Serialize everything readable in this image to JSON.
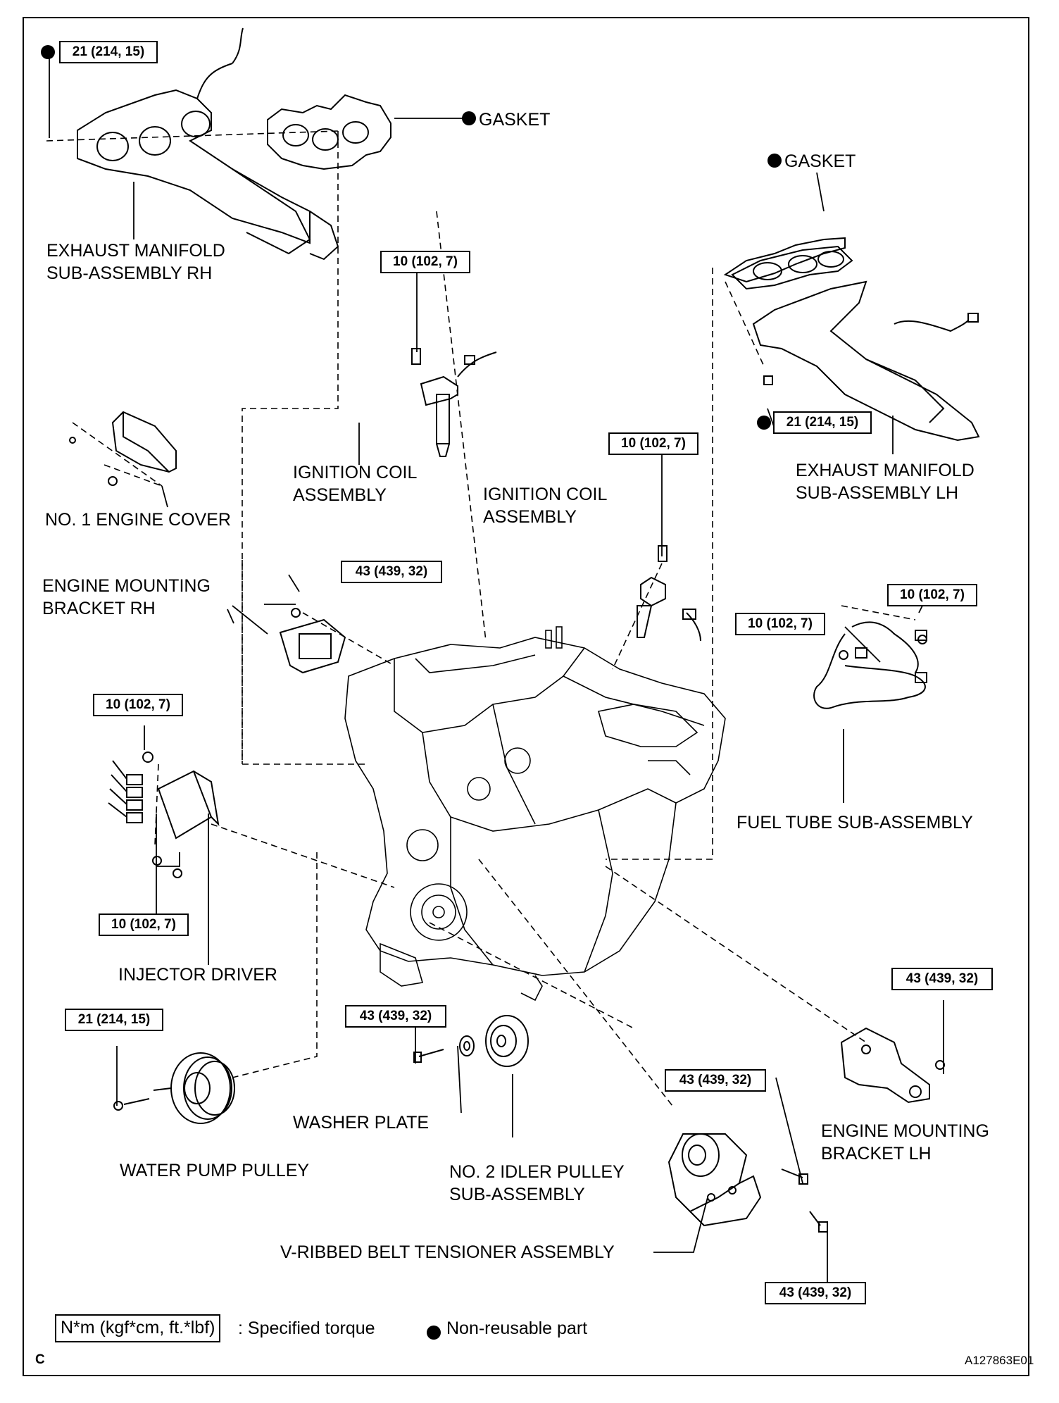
{
  "torque_labels": {
    "t_exh_rh": "21 (214, 15)",
    "t_coil_rh": "10 (102, 7)",
    "t_coil_lh": "10 (102, 7)",
    "t_exh_lh": "21 (214, 15)",
    "t_mount_rh": "43 (439, 32)",
    "t_fuel_a": "10 (102, 7)",
    "t_fuel_b": "10 (102, 7)",
    "t_inj_top": "10 (102, 7)",
    "t_inj_bottom": "10 (102, 7)",
    "t_mount_lh": "43 (439, 32)",
    "t_idler": "43 (439, 32)",
    "t_tensioner_a": "43 (439, 32)",
    "t_tensioner_b": "43 (439, 32)",
    "t_water_pump": "21 (214, 15)"
  },
  "part_labels": {
    "gasket_rh": "GASKET",
    "gasket_lh": "GASKET",
    "exh_rh_1": "EXHAUST MANIFOLD",
    "exh_rh_2": "SUB-ASSEMBLY RH",
    "exh_lh_1": "EXHAUST MANIFOLD",
    "exh_lh_2": "SUB-ASSEMBLY LH",
    "coil_rh_1": "IGNITION COIL",
    "coil_rh_2": "ASSEMBLY",
    "coil_lh_1": "IGNITION COIL",
    "coil_lh_2": "ASSEMBLY",
    "engine_cover": "NO. 1 ENGINE COVER",
    "mount_rh_1": "ENGINE MOUNTING",
    "mount_rh_2": "BRACKET RH",
    "fuel_tube": "FUEL TUBE SUB-ASSEMBLY",
    "injector_driver": "INJECTOR DRIVER",
    "mount_lh_1": "ENGINE MOUNTING",
    "mount_lh_2": "BRACKET LH",
    "washer_plate": "WASHER PLATE",
    "water_pump": "WATER PUMP PULLEY",
    "idler_1": "NO. 2 IDLER PULLEY",
    "idler_2": "SUB-ASSEMBLY",
    "tensioner": "V-RIBBED BELT TENSIONER ASSEMBLY"
  },
  "legend": {
    "torque_unit": "N*m (kgf*cm, ft.*lbf)",
    "torque_text": ": Specified torque",
    "nonreusable_text": "Non-reusable part"
  },
  "footer": {
    "section_letter": "C",
    "figure_id": "A127863E01"
  }
}
